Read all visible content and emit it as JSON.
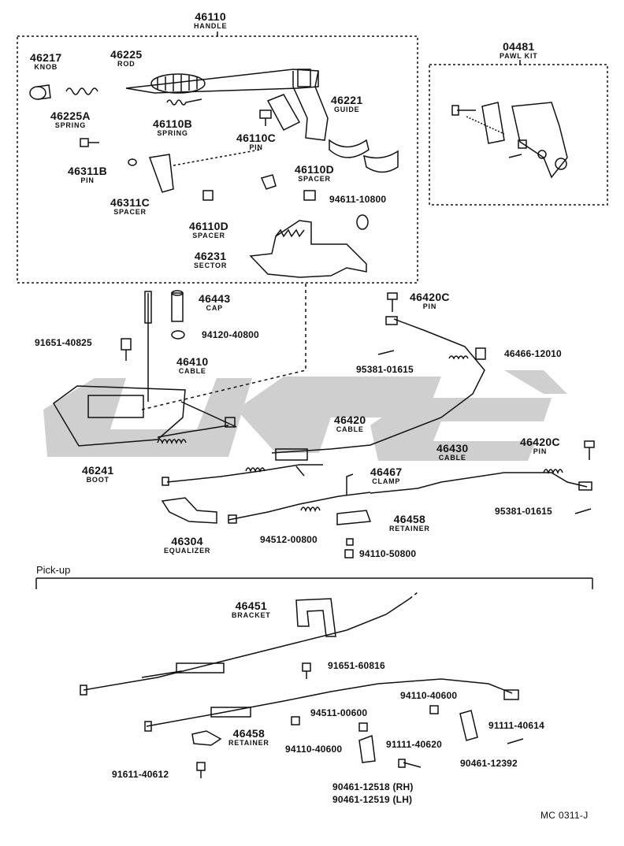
{
  "diagram_code": "MC 0311-J",
  "section_pickup": "Pick-up",
  "labels": {
    "l46110": {
      "num": "46110",
      "name": "HANDLE"
    },
    "l04481": {
      "num": "04481",
      "name": "PAWL KIT"
    },
    "l46217": {
      "num": "46217",
      "name": "KNOB"
    },
    "l46225": {
      "num": "46225",
      "name": "ROD"
    },
    "l46225A": {
      "num": "46225A",
      "name": "SPRING"
    },
    "l46110B": {
      "num": "46110B",
      "name": "SPRING"
    },
    "l46221": {
      "num": "46221",
      "name": "GUIDE"
    },
    "l46110C": {
      "num": "46110C",
      "name": "PIN"
    },
    "l46311B": {
      "num": "46311B",
      "name": "PIN"
    },
    "l46110D_a": {
      "num": "46110D",
      "name": "SPACER"
    },
    "l46311C": {
      "num": "46311C",
      "name": "SPACER"
    },
    "l46110D_b": {
      "num": "46110D",
      "name": "SPACER"
    },
    "l46231": {
      "num": "46231",
      "name": "SECTOR"
    },
    "l46443": {
      "num": "46443",
      "name": "CAP"
    },
    "l46410": {
      "num": "46410",
      "name": "CABLE"
    },
    "l46420C_a": {
      "num": "46420C",
      "name": "PIN"
    },
    "l46420": {
      "num": "46420",
      "name": "CABLE"
    },
    "l46420C_b": {
      "num": "46420C",
      "name": "PIN"
    },
    "l46430": {
      "num": "46430",
      "name": "CABLE"
    },
    "l46241": {
      "num": "46241",
      "name": "BOOT"
    },
    "l46467": {
      "num": "46467",
      "name": "CLAMP"
    },
    "l46458": {
      "num": "46458",
      "name": "RETAINER"
    },
    "l46304": {
      "num": "46304",
      "name": "EQUALIZER"
    },
    "l46451": {
      "num": "46451",
      "name": "BRACKET"
    },
    "l46458b": {
      "num": "46458",
      "name": "RETAINER"
    }
  },
  "part_numbers": {
    "p94611": "94611-10800",
    "p91651_40825": "91651-40825",
    "p94120": "94120-40800",
    "p95381_a": "95381-01615",
    "p46466": "46466-12010",
    "p95381_b": "95381-01615",
    "p94512": "94512-00800",
    "p94110_50800": "94110-50800",
    "p91651_60816": "91651-60816",
    "p94110_40600_a": "94110-40600",
    "p94511": "94511-00600",
    "p94110_40600_b": "94110-40600",
    "p91111_40620": "91111-40620",
    "p91111_40614": "91111-40614",
    "p90461_12392": "90461-12392",
    "p91611_40612": "91611-40612",
    "p90461_12518": "90461-12518 (RH)",
    "p90461_12519": "90461-12519 (LH)"
  }
}
